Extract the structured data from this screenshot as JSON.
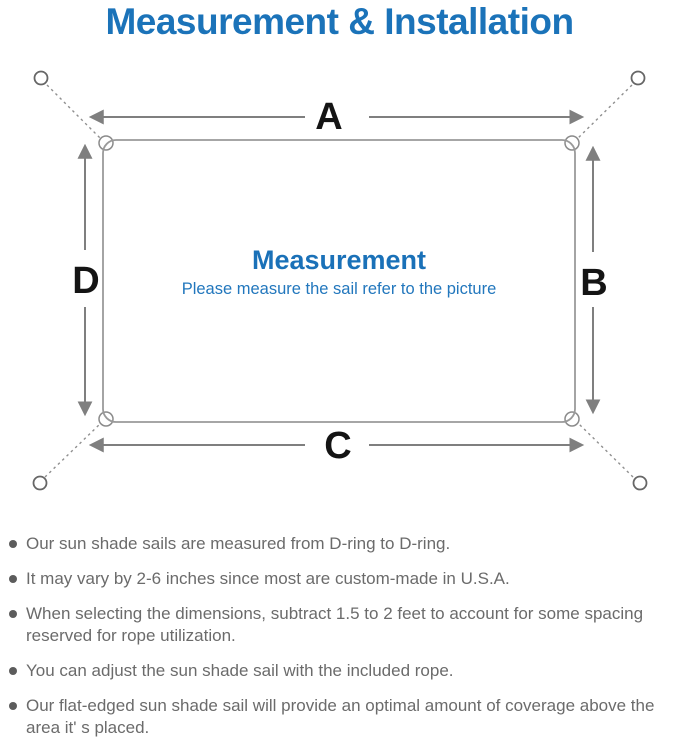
{
  "title": "Measurement & Installation",
  "diagram": {
    "labels": {
      "top": "A",
      "right": "B",
      "bottom": "C",
      "left": "D"
    },
    "center_heading": "Measurement",
    "center_subtitle": "Please measure the sail refer to the picture"
  },
  "bullets": {
    "items": [
      "Our sun shade sails are measured from D-ring to D-ring.",
      "It may vary by 2-6 inches since most are custom-made in U.S.A.",
      "When selecting the dimensions, subtract 1.5 to 2 feet to account for some spacing reserved for rope utilization.",
      "You can adjust the sun shade sail with the included rope.",
      "Our flat-edged sun shade sail will provide an optimal amount of coverage above the area it' s placed."
    ]
  },
  "colors": {
    "accent_blue": "#1b73b9",
    "center_text_blue": "#1a71b8",
    "diagram_line_gray": "#8f8f8f",
    "arrow_gray": "#7f7f7f",
    "label_black": "#141414",
    "body_text_gray": "#6b6b6b"
  }
}
